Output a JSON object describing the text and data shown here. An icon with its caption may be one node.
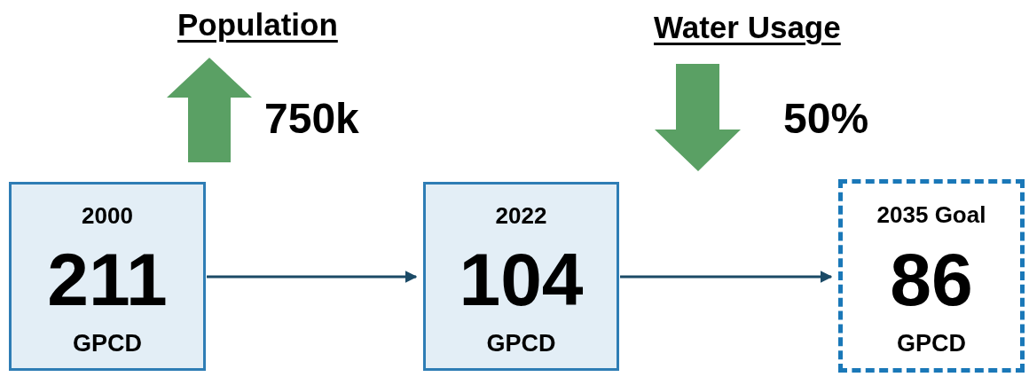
{
  "diagram": {
    "nodes": [
      {
        "text": [
          "2000",
          "211",
          "GPCD"
        ]
      },
      {
        "text": [
          "2022",
          "104",
          "GPCD"
        ]
      },
      {
        "text": [
          "2035 Goal",
          "86",
          "GPCD"
        ]
      }
    ],
    "edges": [
      {
        "from": 0,
        "to": 1,
        "arrow": "to"
      },
      {
        "from": 1,
        "to": 2,
        "arrow": "to"
      }
    ],
    "labels": [
      "Population",
      "750k",
      "Water Usage",
      "50%"
    ]
  }
}
